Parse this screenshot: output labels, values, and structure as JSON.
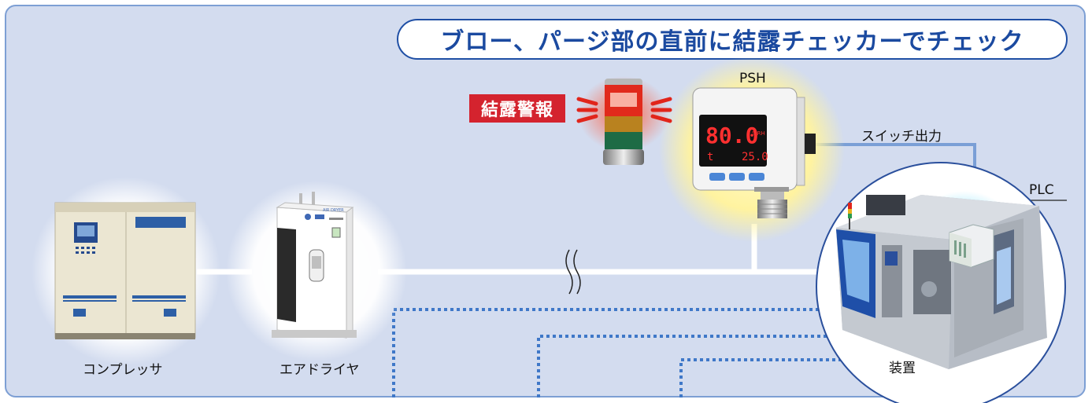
{
  "title": "ブロー、パージ部の直前に結露チェッカーでチェック",
  "alarm": "結露警報",
  "sensor": {
    "label": "PSH",
    "display_main": "80.0",
    "display_unit": "%RH",
    "display_sub_prefix": "t",
    "display_sub": "25.0"
  },
  "signal": "スイッチ出力",
  "controller": "PLC",
  "devices": {
    "compressor": "コンプレッサ",
    "dryer": "エアドライヤ",
    "machine": "装置"
  },
  "dryer_badge": "AIR DRYER",
  "colors": {
    "background": "#d3dcef",
    "frame": "#7d9fd4",
    "title_text": "#1b4aa0",
    "alarm": "#d4232e",
    "dotted_line": "#3f78c8",
    "signal_line": "#7a9fd6",
    "sensor_glow": "#fff6a8"
  }
}
